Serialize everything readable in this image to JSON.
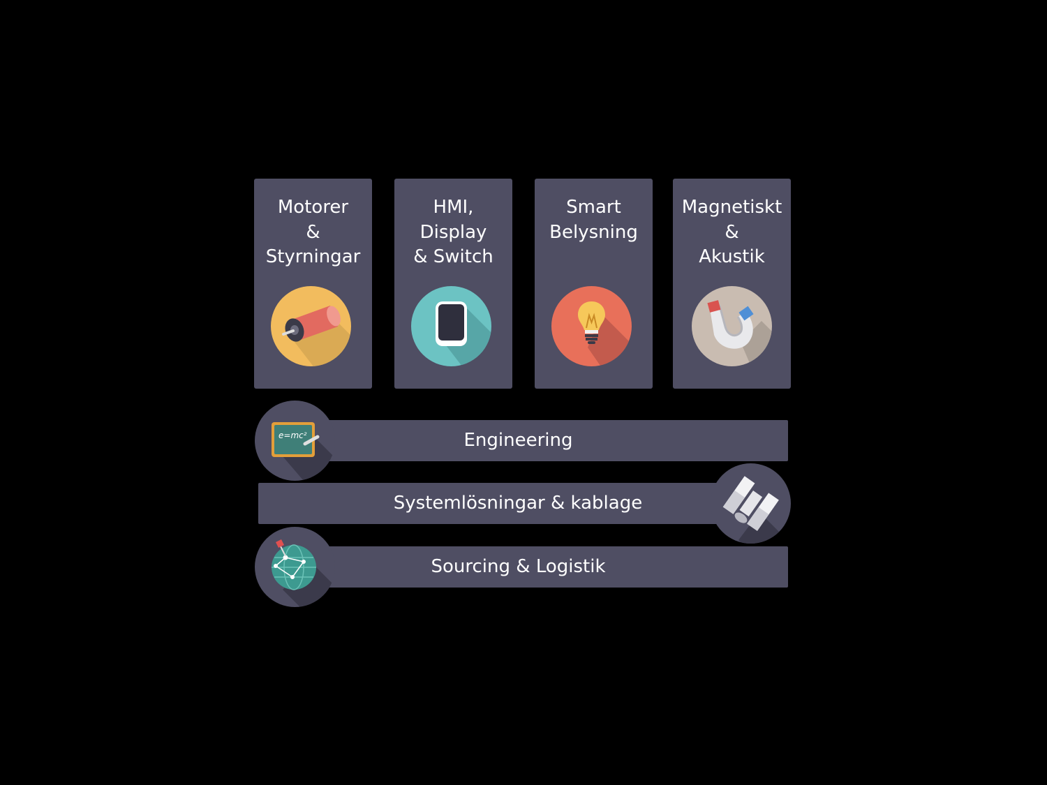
{
  "colors": {
    "background": "#000000",
    "panel": "#4f4e63",
    "text": "#ffffff",
    "motor_circle": "#f2bc5e",
    "hmi_circle": "#6cc3c3",
    "light_circle": "#e8705a",
    "magnet_circle": "#c9bcb1"
  },
  "cards": [
    {
      "title": "Motorer\n&\nStyrningar",
      "icon": "motor-icon"
    },
    {
      "title": "HMI,\nDisplay\n& Switch",
      "icon": "display-icon"
    },
    {
      "title": "Smart\nBelysning",
      "icon": "lightbulb-icon"
    },
    {
      "title": "Magnetiskt\n&\nAkustik",
      "icon": "magnet-icon"
    }
  ],
  "bars": [
    {
      "label": "Engineering",
      "icon": "chalkboard-icon",
      "icon_text": "e=mc²"
    },
    {
      "label": "Systemlösningar & kablage",
      "icon": "satellite-icon"
    },
    {
      "label": "Sourcing & Logistik",
      "icon": "globe-network-icon"
    }
  ]
}
